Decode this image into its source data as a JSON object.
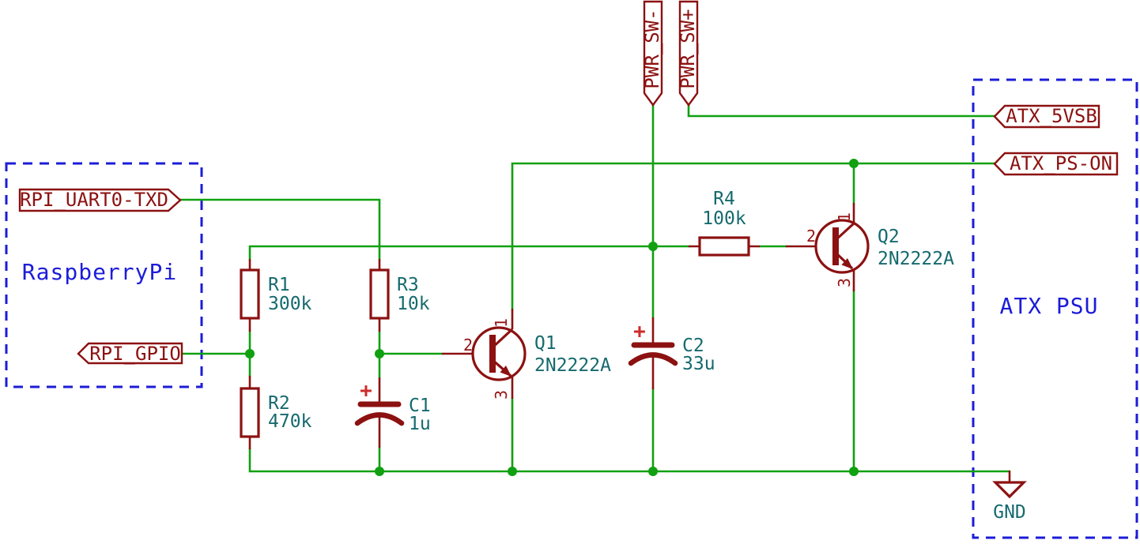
{
  "blocks": {
    "raspberrypi": "RaspberryPi",
    "atx_psu": "ATX PSU"
  },
  "net_labels": {
    "rpi_uart0_txd": "RPI_UART0-TXD",
    "rpi_gpio": "RPI_GPIO",
    "pwr_sw_minus": "PWR_SW-",
    "pwr_sw_plus": "PWR_SW+",
    "atx_5vsb": "ATX_5VSB",
    "atx_ps_on": "ATX_PS-ON",
    "gnd": "GND"
  },
  "components": {
    "r1": {
      "ref": "R1",
      "value": "300k"
    },
    "r2": {
      "ref": "R2",
      "value": "470k"
    },
    "r3": {
      "ref": "R3",
      "value": "10k"
    },
    "r4": {
      "ref": "R4",
      "value": "100k"
    },
    "c1": {
      "ref": "C1",
      "value": "1u",
      "polarity": "+"
    },
    "c2": {
      "ref": "C2",
      "value": "33u",
      "polarity": "+"
    },
    "q1": {
      "ref": "Q1",
      "value": "2N2222A",
      "pins": {
        "collector": "1",
        "base": "2",
        "emitter": "3"
      }
    },
    "q2": {
      "ref": "Q2",
      "value": "2N2222A",
      "pins": {
        "collector": "1",
        "base": "2",
        "emitter": "3"
      }
    }
  },
  "colors": {
    "wire_green": "#10a010",
    "symbol_dark_red": "#8c1111",
    "field_teal": "#166a6e",
    "block_blue": "#1c1cd8",
    "polarity_red": "#cf2b2b",
    "background": "#ffffff"
  }
}
